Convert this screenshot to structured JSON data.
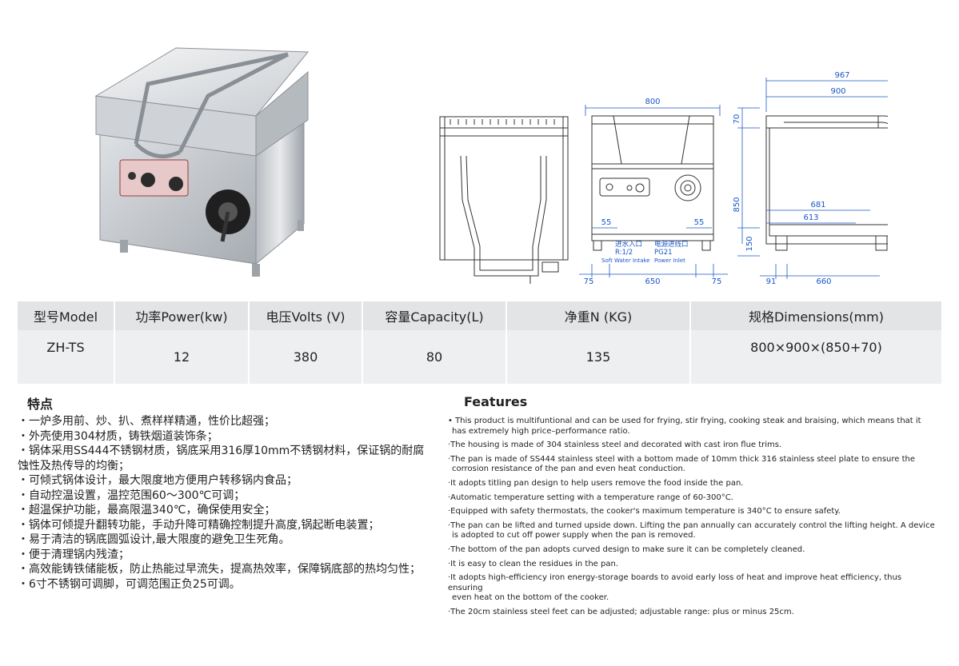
{
  "colors": {
    "header_bg": "#e3e4e6",
    "value_bg": "#eeeff0",
    "dimension_blue": "#1a56c8",
    "drawing_stroke": "#333333"
  },
  "drawing": {
    "front": {
      "width": "800",
      "left_label": "55",
      "right_label": "55",
      "bottom_left": "75",
      "bottom_mid": "650",
      "bottom_right": "75",
      "water_cn": "进水入口",
      "water_spec": "R:1/2",
      "water_en": "Soft Water Intake",
      "power_cn": "电源进线口",
      "power_spec": "PG21",
      "power_en": "Power Inlet"
    },
    "side": {
      "top1": "967",
      "top2": "900",
      "mid1": "681",
      "mid2": "613",
      "left_top": "70",
      "left_mid": "850",
      "left_bottom": "150",
      "bottom_left": "91",
      "bottom_right": "660"
    }
  },
  "table": {
    "headers": [
      "型号Model",
      "功率Power(kw)",
      "电压Volts (V)",
      "容量Capacity(L)",
      "净重N (KG)",
      "规格Dimensions(mm)"
    ],
    "values": [
      "ZH-TS",
      "12",
      "380",
      "80",
      "135",
      "800×900×(850+70)"
    ]
  },
  "features_cn": {
    "title": "特点",
    "items": [
      "・一炉多用前、炒、扒、煮样样精通，性价比超强；",
      "・外壳使用304材质，铸铁烟道装饰条；",
      "・锅体采用SS444不锈钢材质，锅底采用316厚10mm不锈钢材料，保证锅的耐腐蚀性及热传导的均衡；",
      "・可倾式锅体设计，最大限度地方便用户转移锅内食品；",
      "・自动控温设置，温控范围60～300℃可调；",
      "・超温保护功能，最高限温340℃，确保使用安全；",
      "・锅体可倾提升翻转功能，手动升降可精确控制提升高度,锅起断电装置；",
      "・易于清洁的锅底圆弧设计,最大限度的避免卫生死角。",
      "・便于清理锅内残渣；",
      "・高效能铸铁储能板，防止热能过早流失，提高热效率，保障锅底部的热均匀性；",
      "・6寸不锈钢可调脚，可调范围正负25可调。"
    ]
  },
  "features_en": {
    "title": "Features",
    "items": [
      {
        "a": "• This product is multifuntional and can be used for frying, stir frying, cooking steak and braising, which means that it",
        "b": "has extremely high price–performance ratio."
      },
      {
        "a": "·The housing is made of 304 stainless steel and decorated with cast iron flue trims.",
        "b": ""
      },
      {
        "a": "·The pan is made of SS444 stainless steel with a bottom made of 10mm thick 316 stainless steel plate to ensure the",
        "b": "corrosion resistance of the pan and even heat conduction."
      },
      {
        "a": "·It adopts titling pan design to help users remove the food inside the pan.",
        "b": ""
      },
      {
        "a": "·Automatic temperature setting with a temperature range of 60-300°C.",
        "b": ""
      },
      {
        "a": "·Equipped with safety thermostats, the cooker's maximum temperature is 340°C to ensure safety.",
        "b": ""
      },
      {
        "a": "·The pan can be lifted and turned upside down. Lifting the pan annually can accurately control the lifting height. A device",
        "b": "is adopted to cut off power supply when the pan is removed."
      },
      {
        "a": "·The bottom of the pan adopts curved design to make sure it can be completely cleaned.",
        "b": ""
      },
      {
        "a": "·It is easy to clean the residues in the pan.",
        "b": ""
      },
      {
        "a": "·It adopts high-efficiency iron energy-storage boards to avoid early loss of heat and improve heat efficiency, thus ensuring",
        "b": "even heat on the bottom of the cooker."
      },
      {
        "a": "·The 20cm stainless steel feet can be adjusted; adjustable range: plus or minus 25cm.",
        "b": ""
      }
    ]
  }
}
